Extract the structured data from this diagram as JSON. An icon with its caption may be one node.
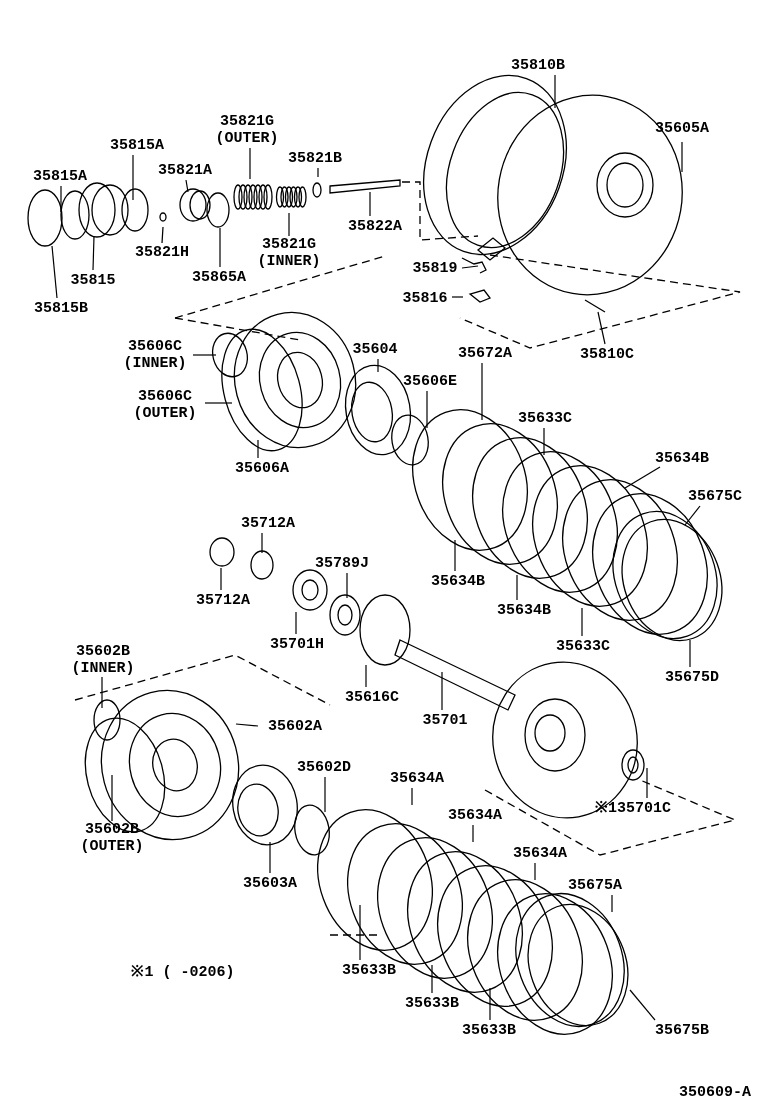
{
  "diagram": {
    "nodes": [
      {
        "text": [
          "35815A"
        ]
      },
      {
        "text": [
          "35815A"
        ]
      },
      {
        "text": [
          "35821G (OUTER)"
        ]
      },
      {
        "text": [
          "35821A"
        ]
      },
      {
        "text": [
          "35821B"
        ]
      },
      {
        "text": [
          "35822A"
        ]
      },
      {
        "text": [
          "35821H"
        ]
      },
      {
        "text": [
          "35815"
        ]
      },
      {
        "text": [
          "35815B"
        ]
      },
      {
        "text": [
          "35865A"
        ]
      },
      {
        "text": [
          "35821G (INNER)"
        ]
      },
      {
        "text": [
          "35810B"
        ]
      },
      {
        "text": [
          "35605A"
        ]
      },
      {
        "text": [
          "35819"
        ]
      },
      {
        "text": [
          "35816"
        ]
      },
      {
        "text": [
          "35810C"
        ]
      },
      {
        "text": [
          "35606C (INNER)"
        ]
      },
      {
        "text": [
          "35604"
        ]
      },
      {
        "text": [
          "35606C (OUTER)"
        ]
      },
      {
        "text": [
          "35606E"
        ]
      },
      {
        "text": [
          "35672A"
        ]
      },
      {
        "text": [
          "35606A"
        ]
      },
      {
        "text": [
          "35633C"
        ]
      },
      {
        "text": [
          "35634B"
        ]
      },
      {
        "text": [
          "35675C"
        ]
      },
      {
        "text": [
          "35712A"
        ]
      },
      {
        "text": [
          "35712A"
        ]
      },
      {
        "text": [
          "35789J"
        ]
      },
      {
        "text": [
          "35701H"
        ]
      },
      {
        "text": [
          "35634B"
        ]
      },
      {
        "text": [
          "35634B"
        ]
      },
      {
        "text": [
          "35616C"
        ]
      },
      {
        "text": [
          "35633C"
        ]
      },
      {
        "text": [
          "35675D"
        ]
      },
      {
        "text": [
          "35602B (INNER)"
        ]
      },
      {
        "text": [
          "35602A"
        ]
      },
      {
        "text": [
          "35701"
        ]
      },
      {
        "text": [
          "35602D"
        ]
      },
      {
        "text": [
          "35602B (OUTER)"
        ]
      },
      {
        "text": [
          "35634A"
        ]
      },
      {
        "text": [
          "35634A"
        ]
      },
      {
        "text": [
          "35634A"
        ]
      },
      {
        "text": [
          "※135701C"
        ]
      },
      {
        "text": [
          "35603A"
        ]
      },
      {
        "text": [
          "35675A"
        ]
      },
      {
        "text": [
          "35633B"
        ]
      },
      {
        "text": [
          "35633B"
        ]
      },
      {
        "text": [
          "35633B"
        ]
      },
      {
        "text": [
          "35675B"
        ]
      }
    ],
    "edges": [
      {
        "from": 0,
        "to": null,
        "arrow": "none"
      },
      {
        "from": 1,
        "to": null,
        "arrow": "none"
      },
      {
        "from": 2,
        "to": null,
        "arrow": "none"
      },
      {
        "from": 3,
        "to": null,
        "arrow": "none"
      },
      {
        "from": 4,
        "to": null,
        "arrow": "none"
      },
      {
        "from": 5,
        "to": null,
        "arrow": "none"
      },
      {
        "from": 6,
        "to": null,
        "arrow": "none"
      },
      {
        "from": 7,
        "to": null,
        "arrow": "none"
      },
      {
        "from": 8,
        "to": null,
        "arrow": "none"
      },
      {
        "from": 9,
        "to": null,
        "arrow": "none"
      },
      {
        "from": 10,
        "to": null,
        "arrow": "none"
      },
      {
        "from": 11,
        "to": null,
        "arrow": "none"
      },
      {
        "from": 12,
        "to": null,
        "arrow": "none"
      },
      {
        "from": 13,
        "to": null,
        "arrow": "none"
      },
      {
        "from": 14,
        "to": null,
        "arrow": "none"
      },
      {
        "from": 15,
        "to": null,
        "arrow": "none"
      },
      {
        "from": 16,
        "to": null,
        "arrow": "none"
      },
      {
        "from": 17,
        "to": null,
        "arrow": "none"
      },
      {
        "from": 18,
        "to": null,
        "arrow": "none"
      },
      {
        "from": 19,
        "to": null,
        "arrow": "none"
      },
      {
        "from": 20,
        "to": null,
        "arrow": "none"
      },
      {
        "from": 21,
        "to": null,
        "arrow": "none"
      },
      {
        "from": 22,
        "to": null,
        "arrow": "none"
      },
      {
        "from": 23,
        "to": null,
        "arrow": "none"
      },
      {
        "from": 24,
        "to": null,
        "arrow": "none"
      },
      {
        "from": 25,
        "to": null,
        "arrow": "none"
      },
      {
        "from": 26,
        "to": null,
        "arrow": "none"
      },
      {
        "from": 27,
        "to": null,
        "arrow": "none"
      },
      {
        "from": 28,
        "to": null,
        "arrow": "none"
      },
      {
        "from": 29,
        "to": null,
        "arrow": "none"
      },
      {
        "from": 30,
        "to": null,
        "arrow": "none"
      },
      {
        "from": 31,
        "to": null,
        "arrow": "none"
      },
      {
        "from": 32,
        "to": null,
        "arrow": "none"
      },
      {
        "from": 33,
        "to": null,
        "arrow": "none"
      },
      {
        "from": 34,
        "to": null,
        "arrow": "none"
      },
      {
        "from": 35,
        "to": null,
        "arrow": "none"
      },
      {
        "from": 36,
        "to": null,
        "arrow": "none"
      },
      {
        "from": 37,
        "to": null,
        "arrow": "none"
      },
      {
        "from": 38,
        "to": null,
        "arrow": "none"
      },
      {
        "from": 39,
        "to": null,
        "arrow": "none"
      },
      {
        "from": 40,
        "to": null,
        "arrow": "none"
      },
      {
        "from": 41,
        "to": null,
        "arrow": "none"
      },
      {
        "from": 42,
        "to": null,
        "arrow": "none"
      },
      {
        "from": 43,
        "to": null,
        "arrow": "none"
      },
      {
        "from": 44,
        "to": null,
        "arrow": "none"
      },
      {
        "from": 45,
        "to": null,
        "arrow": "none"
      },
      {
        "from": 46,
        "to": null,
        "arrow": "none"
      },
      {
        "from": 47,
        "to": null,
        "arrow": "none"
      },
      {
        "from": 48,
        "to": null,
        "arrow": "none"
      }
    ],
    "labels": [
      "※1 ( -0206)",
      "350609-A"
    ]
  }
}
